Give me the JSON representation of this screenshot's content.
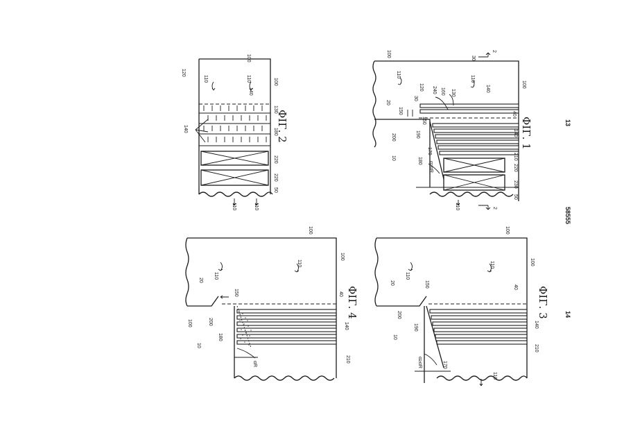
{
  "page": {
    "page_number_top": "13",
    "page_number_bottom": "14",
    "document_number": "58555"
  },
  "figures": {
    "fig1": {
      "label": "ΦΙΓ. 1",
      "labels": [
        "100",
        "30",
        "2",
        "110",
        "110",
        "140",
        "100",
        "120",
        "240",
        "160",
        "130",
        "30",
        "150",
        "40",
        "150",
        "140",
        "20",
        "200",
        "190",
        "10",
        "170",
        "180",
        "210",
        "α≥αR",
        "220",
        "230",
        "50",
        "110",
        "2"
      ]
    },
    "fig2": {
      "label": "ΦΙΓ. 2",
      "labels": [
        "100",
        "120",
        "110",
        "110",
        "100",
        "140",
        "130",
        "140",
        "180",
        "220",
        "220",
        "50",
        "110",
        "110"
      ]
    },
    "fig3": {
      "label": "ΦΙΓ. 3",
      "labels": [
        "100",
        "100",
        "110",
        "110",
        "20",
        "150",
        "40",
        "200",
        "190",
        "10",
        "140",
        "210",
        "α≥αR",
        "170",
        "110"
      ]
    },
    "fig4": {
      "label": "ΦΙΓ. 4",
      "labels": [
        "100",
        "100",
        "110",
        "110",
        "20",
        "150",
        "40",
        "100",
        "200",
        "10",
        "180",
        "140",
        "αR",
        "210"
      ]
    }
  }
}
